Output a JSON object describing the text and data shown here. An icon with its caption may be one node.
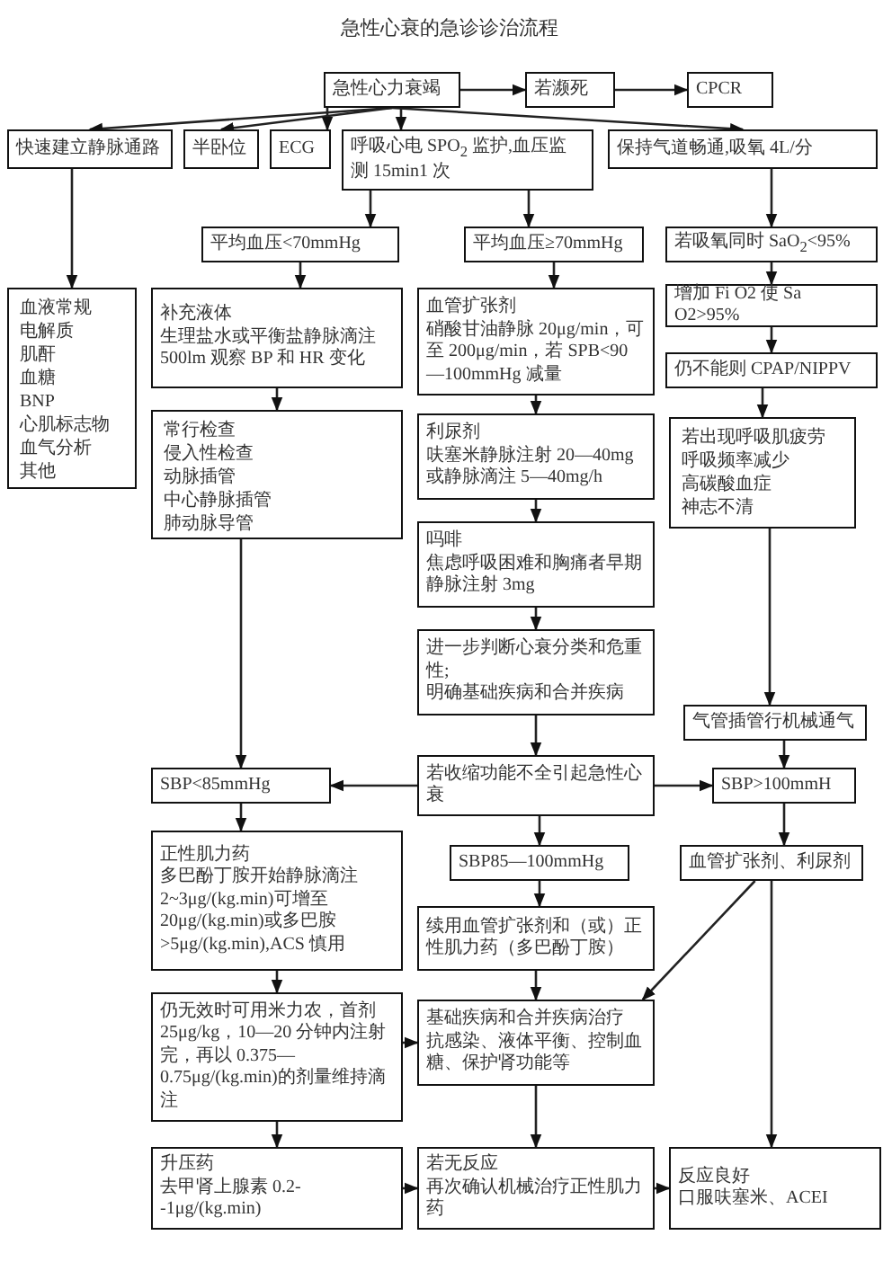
{
  "diagram": {
    "title": "急性心衰的急诊诊治流程",
    "nodes": [
      {
        "text": [
          "急性心力衰竭"
        ]
      },
      {
        "text": [
          "若濒死"
        ]
      },
      {
        "text": [
          "CPCR"
        ]
      },
      {
        "text": [
          "快速建立静脉通路"
        ]
      },
      {
        "text": [
          "半卧位"
        ]
      },
      {
        "text": [
          "ECG"
        ]
      },
      {
        "text": [
          "呼吸心电 SPO$_{2}$ 监护,血压监测 15min1 次"
        ]
      },
      {
        "text": [
          "保持气道畅通,吸氧 4L/分"
        ]
      },
      {
        "text": [
          "血液常规",
          "电解质",
          "肌酐",
          "血糖",
          "BNP",
          "心肌标志物",
          "血气分析",
          "其他"
        ]
      },
      {
        "text": [
          "平均血压<70mmHg"
        ]
      },
      {
        "text": [
          "平均血压≥70mmHg"
        ]
      },
      {
        "text": [
          "若吸氧同时 SaO$_{2}$<95%"
        ]
      },
      {
        "text": [
          "补充液体",
          "生理盐水或平衡盐静脉滴注 500lm 观察 BP 和 HR 变化"
        ]
      },
      {
        "text": [
          "血管扩张剂",
          "硝酸甘油静脉 20μg/min，可至 200μg/min，若 SPB<90—100mmHg 减量"
        ]
      },
      {
        "text": [
          "增加 Fi O2 使 Sa O2>95%"
        ]
      },
      {
        "text": [
          "常行检查",
          "侵入性检查",
          "动脉插管",
          "中心静脉插管",
          "肺动脉导管"
        ]
      },
      {
        "text": [
          "利尿剂",
          "呋塞米静脉注射 20—40mg 或静脉滴注 5—40mg/h"
        ]
      },
      {
        "text": [
          "仍不能则 CPAP/NIPPV"
        ]
      },
      {
        "text": [
          "吗啡",
          "焦虑呼吸困难和胸痛者早期静脉注射 3mg"
        ]
      },
      {
        "text": [
          "若出现呼吸肌疲劳",
          "呼吸频率减少",
          "高碳酸血症",
          "神志不清"
        ]
      },
      {
        "text": [
          "进一步判断心衰分类和危重性;",
          "明确基础疾病和合并疾病"
        ]
      },
      {
        "text": [
          "气管插管行机械通气"
        ]
      },
      {
        "text": [
          "SBP<85mmHg"
        ]
      },
      {
        "text": [
          "若收缩功能不全引起急性心衰"
        ]
      },
      {
        "text": [
          "SBP>100mmH"
        ]
      },
      {
        "text": [
          "正性肌力药",
          "多巴酚丁胺开始静脉滴注 2~3μg/(kg.min)可增至 20μg/(kg.min)或多巴胺>5μg/(kg.min),ACS 慎用"
        ]
      },
      {
        "text": [
          "SBP85—100mmHg"
        ]
      },
      {
        "text": [
          "血管扩张剂、利尿剂"
        ]
      },
      {
        "text": [
          "续用血管扩张剂和（或）正性肌力药（多巴酚丁胺）"
        ]
      },
      {
        "text": [
          "仍无效时可用米力农，首剂 25μg/kg，10—20 分钟内注射完，再以 0.375—0.75μg/(kg.min)的剂量维持滴注"
        ]
      },
      {
        "text": [
          "基础疾病和合并疾病治疗",
          "抗感染、液体平衡、控制血糖、保护肾功能等"
        ]
      },
      {
        "text": [
          "升压药",
          "去甲肾上腺素 0.2--1μg/(kg.min)"
        ]
      },
      {
        "text": [
          "若无反应",
          "再次确认机械治疗正性肌力药"
        ]
      },
      {
        "text": [
          "反应良好",
          "口服呋塞米、ACEI"
        ]
      }
    ],
    "edges": [
      {
        "from": 0,
        "to": 1,
        "arrow": "to"
      },
      {
        "from": 1,
        "to": 2,
        "arrow": "to"
      },
      {
        "from": 0,
        "to": 3,
        "arrow": "to"
      },
      {
        "from": 0,
        "to": 4,
        "arrow": "to"
      },
      {
        "from": 0,
        "to": 5,
        "arrow": "to"
      },
      {
        "from": 0,
        "to": 6,
        "arrow": "to"
      },
      {
        "from": 0,
        "to": 7,
        "arrow": "to"
      },
      {
        "from": 3,
        "to": 8,
        "arrow": "to"
      },
      {
        "from": 6,
        "to": 9,
        "arrow": "to"
      },
      {
        "from": 6,
        "to": 10,
        "arrow": "to"
      },
      {
        "from": 7,
        "to": 11,
        "arrow": "to"
      },
      {
        "from": 9,
        "to": 12,
        "arrow": "to"
      },
      {
        "from": 12,
        "to": 15,
        "arrow": "to"
      },
      {
        "from": 15,
        "to": 22,
        "arrow": "to"
      },
      {
        "from": 10,
        "to": 13,
        "arrow": "to"
      },
      {
        "from": 13,
        "to": 16,
        "arrow": "to"
      },
      {
        "from": 16,
        "to": 18,
        "arrow": "to"
      },
      {
        "from": 18,
        "to": 20,
        "arrow": "to"
      },
      {
        "from": 20,
        "to": 23,
        "arrow": "to"
      },
      {
        "from": 23,
        "to": 22,
        "arrow": "to"
      },
      {
        "from": 23,
        "to": 24,
        "arrow": "to"
      },
      {
        "from": 23,
        "to": 26,
        "arrow": "to"
      },
      {
        "from": 26,
        "to": 28,
        "arrow": "to"
      },
      {
        "from": 28,
        "to": 30,
        "arrow": "to"
      },
      {
        "from": 11,
        "to": 14,
        "arrow": "to"
      },
      {
        "from": 14,
        "to": 17,
        "arrow": "to"
      },
      {
        "from": 17,
        "to": 19,
        "arrow": "to"
      },
      {
        "from": 19,
        "to": 21,
        "arrow": "to"
      },
      {
        "from": 21,
        "to": 24,
        "arrow": "to"
      },
      {
        "from": 24,
        "to": 27,
        "arrow": "to"
      },
      {
        "from": 27,
        "to": 30,
        "arrow": "to"
      },
      {
        "from": 27,
        "to": 33,
        "arrow": "to"
      },
      {
        "from": 22,
        "to": 25,
        "arrow": "to"
      },
      {
        "from": 25,
        "to": 29,
        "arrow": "to"
      },
      {
        "from": 29,
        "to": 30,
        "arrow": "to"
      },
      {
        "from": 29,
        "to": 31,
        "arrow": "to"
      },
      {
        "from": 30,
        "to": 32,
        "arrow": "to"
      },
      {
        "from": 31,
        "to": 32,
        "arrow": "to"
      },
      {
        "from": 32,
        "to": 33,
        "arrow": "to"
      }
    ]
  }
}
